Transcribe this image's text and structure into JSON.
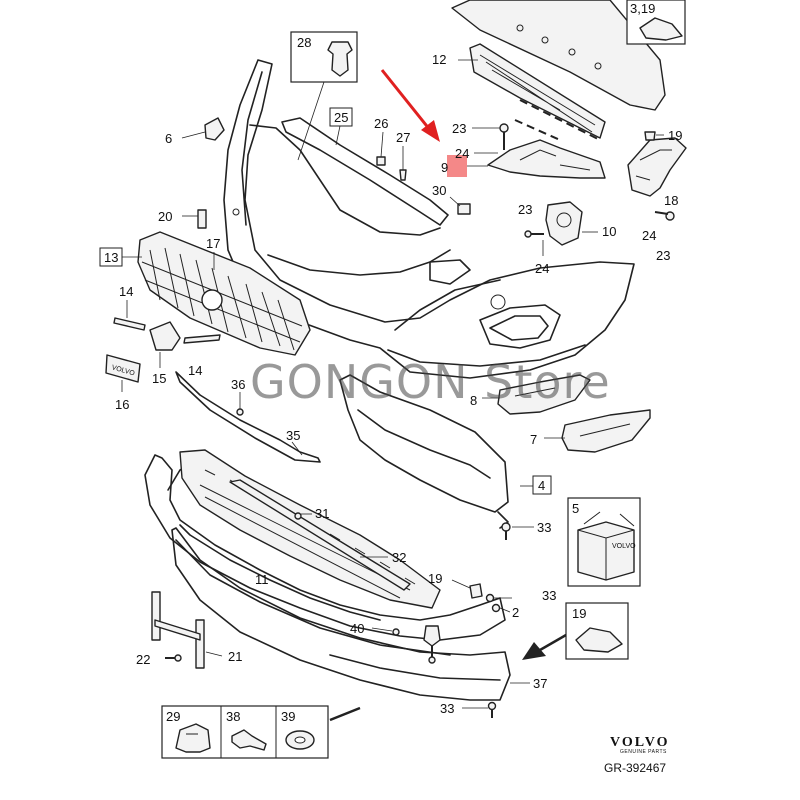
{
  "diagram": {
    "callouts": {
      "c3_19": "3,19",
      "c28": "28",
      "c12": "12",
      "c25": "25",
      "c26": "26",
      "c6": "6",
      "c27": "27",
      "c23a": "23",
      "c19a": "19",
      "c24a": "24",
      "c9": "9",
      "c30": "30",
      "c18": "18",
      "c20": "20",
      "c23b": "23",
      "c10": "10",
      "c17": "17",
      "c13": "13",
      "c24b": "24",
      "c24c": "24",
      "c23c": "23",
      "c14a": "14",
      "c14b": "14",
      "c36": "36",
      "c15": "15",
      "c16": "16",
      "c8": "8",
      "c35": "35",
      "c7": "7",
      "c4": "4",
      "c5": "5",
      "c31": "31",
      "c33a": "33",
      "c32": "32",
      "c11": "11",
      "c19b": "19",
      "c33b": "33",
      "c2": "2",
      "c40": "40",
      "c19c": "19",
      "c22": "22",
      "c21": "21",
      "c37": "37",
      "c29": "29",
      "c38": "38",
      "c39": "39",
      "c33c": "33"
    },
    "badge_text": "VOLVO",
    "box_volvo_text": "VOLVO"
  },
  "watermark": "GONGON Store",
  "brand": {
    "name": "VOLVO",
    "subtitle": "GENUINE PARTS",
    "reference": "GR-392467"
  },
  "colors": {
    "arrow": "#e02020",
    "highlight": "#f06060",
    "line": "#222222"
  }
}
